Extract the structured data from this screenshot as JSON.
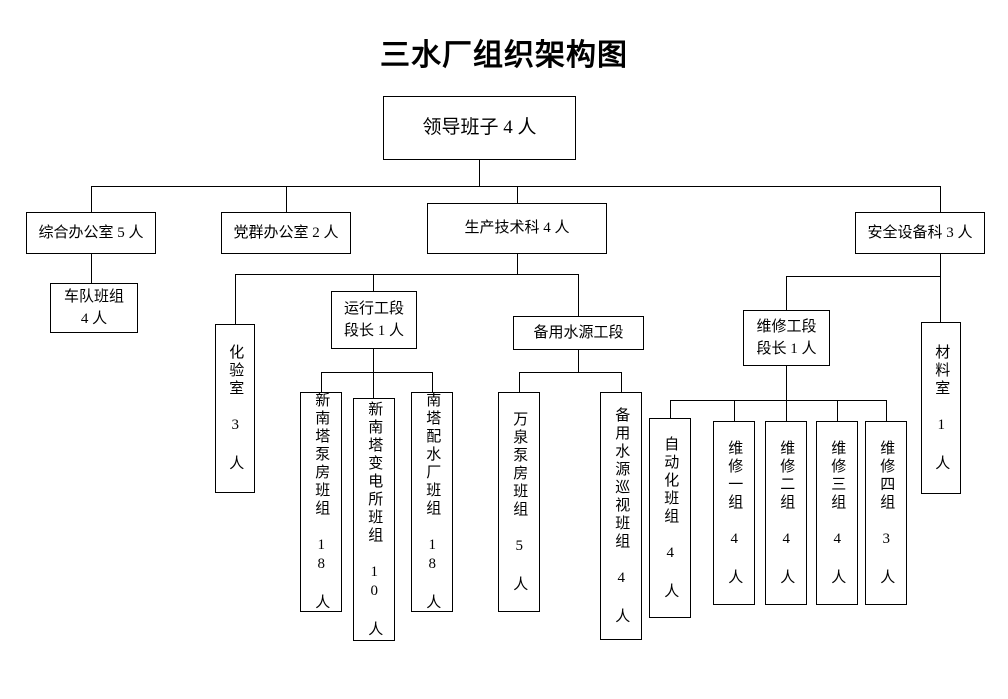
{
  "title": "三水厂组织架构图",
  "chart_data": {
    "type": "diagram",
    "diagram_kind": "org-chart",
    "title": "三水厂组织架构图",
    "orientation": "top-down",
    "nodes": [
      {
        "id": "leadership",
        "label": "领导班子 4 人",
        "level": 0,
        "text_direction": "horizontal",
        "parent": null,
        "headcount": 4
      },
      {
        "id": "general-office",
        "label": "综合办公室 5 人",
        "level": 1,
        "text_direction": "horizontal",
        "parent": "leadership",
        "headcount": 5
      },
      {
        "id": "party-office",
        "label": "党群办公室 2 人",
        "level": 1,
        "text_direction": "horizontal",
        "parent": "leadership",
        "headcount": 2
      },
      {
        "id": "production-tech",
        "label": "生产技术科 4 人",
        "level": 1,
        "text_direction": "horizontal",
        "parent": "leadership",
        "headcount": 4
      },
      {
        "id": "safety-equipment",
        "label": "安全设备科 3 人",
        "level": 1,
        "text_direction": "horizontal",
        "parent": "leadership",
        "headcount": 3
      },
      {
        "id": "fleet-team",
        "label": "车队班组\n4 人",
        "level": 2,
        "text_direction": "horizontal",
        "parent": "general-office",
        "headcount": 4
      },
      {
        "id": "lab-room",
        "label": "化验室 3 人",
        "level": 2,
        "text_direction": "vertical",
        "parent": "production-tech",
        "headcount": 3
      },
      {
        "id": "operation-section",
        "label": "运行工段\n段长 1 人",
        "level": 2,
        "text_direction": "horizontal",
        "parent": "production-tech",
        "headcount": 1
      },
      {
        "id": "backup-water-section",
        "label": "备用水源工段",
        "level": 2,
        "text_direction": "horizontal",
        "parent": "production-tech",
        "headcount": null
      },
      {
        "id": "maintenance-section",
        "label": "维修工段\n段长 1 人",
        "level": 2,
        "text_direction": "horizontal",
        "parent": "safety-equipment",
        "headcount": 1
      },
      {
        "id": "material-room",
        "label": "材料室 1 人",
        "level": 2,
        "text_direction": "vertical",
        "parent": "safety-equipment",
        "headcount": 1
      },
      {
        "id": "xinnanta-pump",
        "label": "新南塔泵房班组 18 人",
        "level": 3,
        "text_direction": "vertical",
        "parent": "operation-section",
        "headcount": 18
      },
      {
        "id": "xinnanta-substation",
        "label": "新南塔变电所班组 10 人",
        "level": 3,
        "text_direction": "vertical",
        "parent": "operation-section",
        "headcount": 10
      },
      {
        "id": "nanta-waterworks",
        "label": "南塔配水厂班组 18 人",
        "level": 3,
        "text_direction": "vertical",
        "parent": "operation-section",
        "headcount": 18
      },
      {
        "id": "wanquan-pump",
        "label": "万泉泵房班组 5 人",
        "level": 3,
        "text_direction": "vertical",
        "parent": "backup-water-section",
        "headcount": 5
      },
      {
        "id": "backup-water-patrol",
        "label": "备用水源巡视班组 4 人",
        "level": 3,
        "text_direction": "vertical",
        "parent": "backup-water-section",
        "headcount": 4
      },
      {
        "id": "automation-team",
        "label": "自动化班组 4 人",
        "level": 3,
        "text_direction": "vertical",
        "parent": "maintenance-section",
        "headcount": 4
      },
      {
        "id": "repair-group-1",
        "label": "维修一组 4 人",
        "level": 3,
        "text_direction": "vertical",
        "parent": "maintenance-section",
        "headcount": 4
      },
      {
        "id": "repair-group-2",
        "label": "维修二组 4 人",
        "level": 3,
        "text_direction": "vertical",
        "parent": "maintenance-section",
        "headcount": 4
      },
      {
        "id": "repair-group-3",
        "label": "维修三组 4 人",
        "level": 3,
        "text_direction": "vertical",
        "parent": "maintenance-section",
        "headcount": 4
      },
      {
        "id": "repair-group-4",
        "label": "维修四组 3 人",
        "level": 3,
        "text_direction": "vertical",
        "parent": "maintenance-section",
        "headcount": 3
      }
    ],
    "edges": [
      {
        "from": "leadership",
        "to": "general-office"
      },
      {
        "from": "leadership",
        "to": "party-office"
      },
      {
        "from": "leadership",
        "to": "production-tech"
      },
      {
        "from": "leadership",
        "to": "safety-equipment"
      },
      {
        "from": "general-office",
        "to": "fleet-team"
      },
      {
        "from": "production-tech",
        "to": "lab-room"
      },
      {
        "from": "production-tech",
        "to": "operation-section"
      },
      {
        "from": "production-tech",
        "to": "backup-water-section"
      },
      {
        "from": "safety-equipment",
        "to": "maintenance-section"
      },
      {
        "from": "safety-equipment",
        "to": "material-room"
      },
      {
        "from": "operation-section",
        "to": "xinnanta-pump"
      },
      {
        "from": "operation-section",
        "to": "xinnanta-substation"
      },
      {
        "from": "operation-section",
        "to": "nanta-waterworks"
      },
      {
        "from": "backup-water-section",
        "to": "wanquan-pump"
      },
      {
        "from": "backup-water-section",
        "to": "backup-water-patrol"
      },
      {
        "from": "maintenance-section",
        "to": "automation-team"
      },
      {
        "from": "maintenance-section",
        "to": "repair-group-1"
      },
      {
        "from": "maintenance-section",
        "to": "repair-group-2"
      },
      {
        "from": "maintenance-section",
        "to": "repair-group-3"
      },
      {
        "from": "maintenance-section",
        "to": "repair-group-4"
      }
    ],
    "colors": {
      "box_border": "#000000",
      "box_fill": "#ffffff",
      "connector": "#000000",
      "text": "#000000"
    }
  }
}
